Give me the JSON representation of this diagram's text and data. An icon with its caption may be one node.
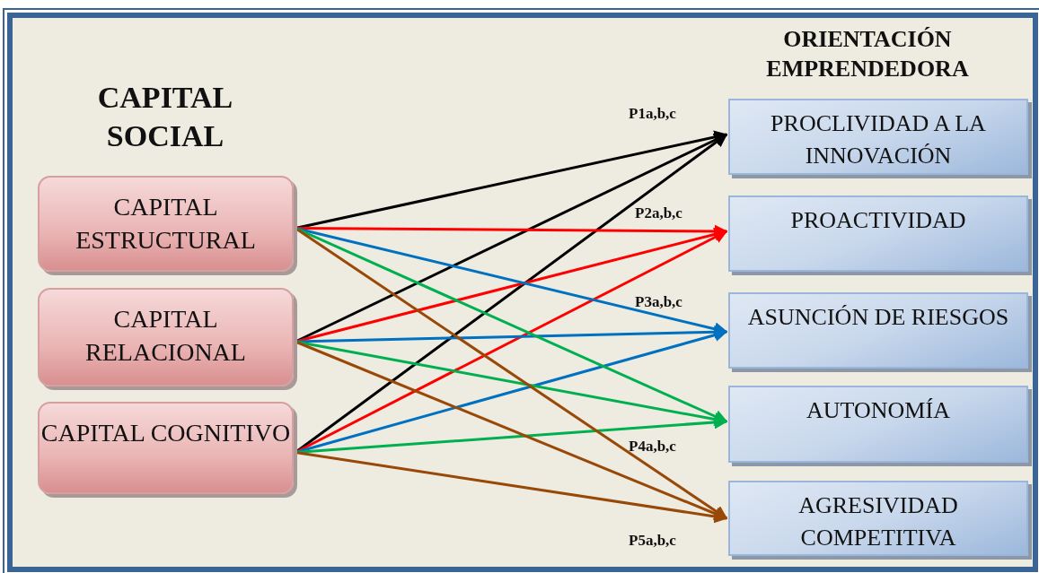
{
  "diagram": {
    "nodes": [
      {
        "text": [
          "CAPITAL ESTRUCTURAL"
        ]
      },
      {
        "text": [
          "CAPITAL RELACIONAL"
        ]
      },
      {
        "text": [
          "CAPITAL COGNITIVO"
        ]
      },
      {
        "text": [
          "PROCLIVIDAD A LA INNOVACIÓN"
        ]
      },
      {
        "text": [
          "PROACTIVIDAD"
        ]
      },
      {
        "text": [
          "ASUNCIÓN DE RIESGOS"
        ]
      },
      {
        "text": [
          "AUTONOMÍA"
        ]
      },
      {
        "text": [
          "AGRESIVIDAD COMPETITIVA"
        ]
      }
    ],
    "edges": [
      {
        "from": 0,
        "to": 3,
        "arrow": "to",
        "color": "#000000"
      },
      {
        "from": 1,
        "to": 3,
        "arrow": "to",
        "color": "#000000"
      },
      {
        "from": 2,
        "to": 3,
        "arrow": "to",
        "color": "#000000"
      },
      {
        "from": 0,
        "to": 4,
        "arrow": "to",
        "color": "#ff0000"
      },
      {
        "from": 1,
        "to": 4,
        "arrow": "to",
        "color": "#ff0000"
      },
      {
        "from": 2,
        "to": 4,
        "arrow": "to",
        "color": "#ff0000"
      },
      {
        "from": 0,
        "to": 5,
        "arrow": "to",
        "color": "#0070c0"
      },
      {
        "from": 1,
        "to": 5,
        "arrow": "to",
        "color": "#0070c0"
      },
      {
        "from": 2,
        "to": 5,
        "arrow": "to",
        "color": "#0070c0"
      },
      {
        "from": 0,
        "to": 6,
        "arrow": "to",
        "color": "#00b050"
      },
      {
        "from": 1,
        "to": 6,
        "arrow": "to",
        "color": "#00b050"
      },
      {
        "from": 2,
        "to": 6,
        "arrow": "to",
        "color": "#00b050"
      },
      {
        "from": 0,
        "to": 7,
        "arrow": "to",
        "color": "#984807"
      },
      {
        "from": 1,
        "to": 7,
        "arrow": "to",
        "color": "#984807"
      },
      {
        "from": 2,
        "to": 7,
        "arrow": "to",
        "color": "#984807"
      }
    ],
    "labels": [
      "ORIENTACIÓN EMPRENDEDORA",
      "CAPITAL SOCIAL",
      "P1a,b,c",
      "P2a,b,c",
      "P3a,b,c",
      "P4a,b,c",
      "P5a,b,c"
    ]
  }
}
